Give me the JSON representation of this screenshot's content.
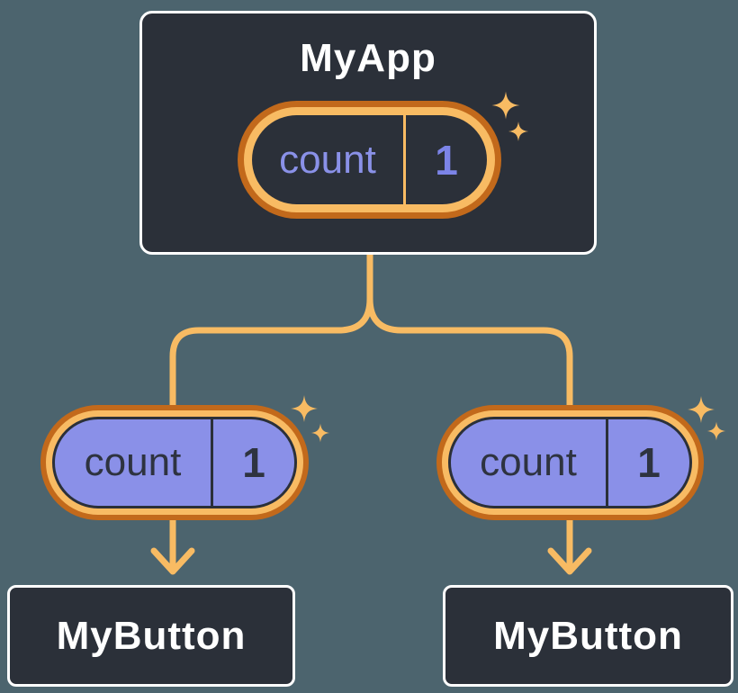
{
  "diagram": {
    "root": {
      "title": "MyApp",
      "state": {
        "name": "count",
        "value": "1"
      }
    },
    "children": [
      {
        "title": "MyButton",
        "prop": {
          "name": "count",
          "value": "1"
        }
      },
      {
        "title": "MyButton",
        "prop": {
          "name": "count",
          "value": "1"
        }
      }
    ]
  },
  "icons": {
    "sparkle": "✦ four-point-sparkle"
  },
  "colors": {
    "background": "#4C646E",
    "node_fill": "#2B3039",
    "node_border": "#FFFFFF",
    "node_text": "#FFFFFF",
    "state_text_on_dark": "#8A91E8",
    "prop_pill_fill": "#8A90E8",
    "prop_text_on_purple": "#2E3340",
    "highlight_ring_outer": "#C2691B",
    "highlight_ring_inner": "#F8BB63",
    "edge": "#F8BB63",
    "sparkle": "#F8BB63"
  }
}
